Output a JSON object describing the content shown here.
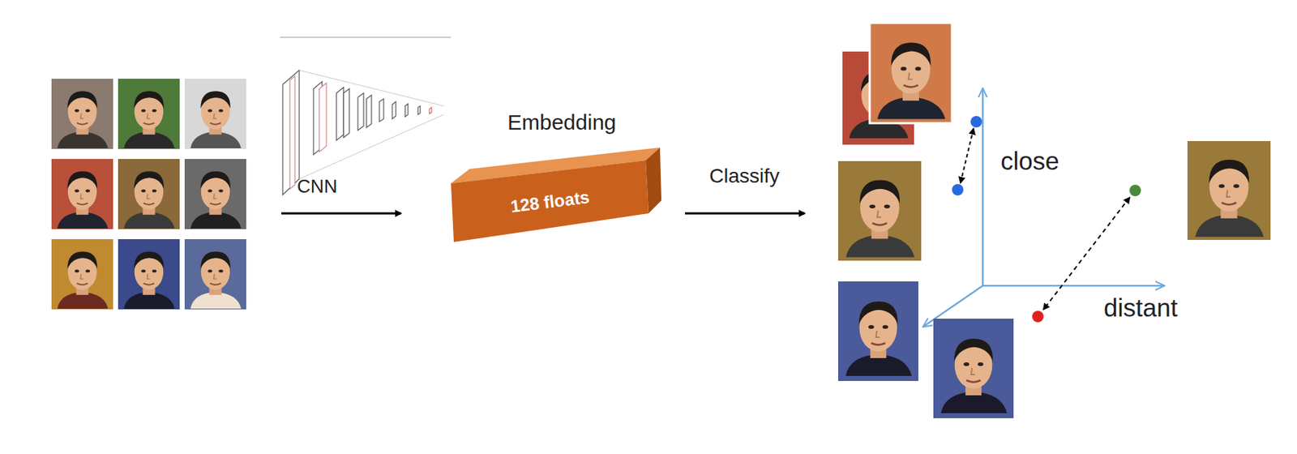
{
  "diagram": {
    "nodes": [
      {
        "text": [
          "Embedding",
          "128 floats"
        ]
      }
    ],
    "labels": [
      "CNN",
      "Classify",
      "close",
      "distant"
    ]
  }
}
